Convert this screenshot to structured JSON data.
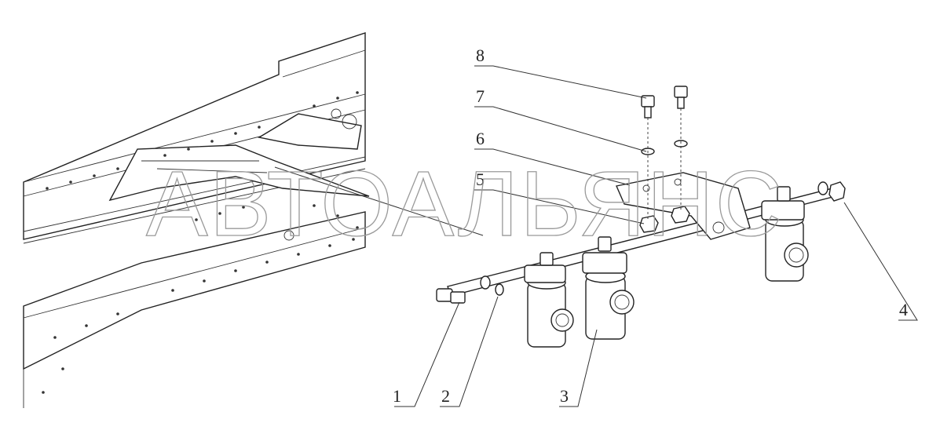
{
  "watermark": "АВТОАЛЬЯНС",
  "callouts": [
    {
      "id": "1",
      "text": "1"
    },
    {
      "id": "2",
      "text": "2"
    },
    {
      "id": "3",
      "text": "3"
    },
    {
      "id": "4",
      "text": "4"
    },
    {
      "id": "5",
      "text": "5"
    },
    {
      "id": "6",
      "text": "6"
    },
    {
      "id": "7",
      "text": "7"
    },
    {
      "id": "8",
      "text": "8"
    }
  ]
}
